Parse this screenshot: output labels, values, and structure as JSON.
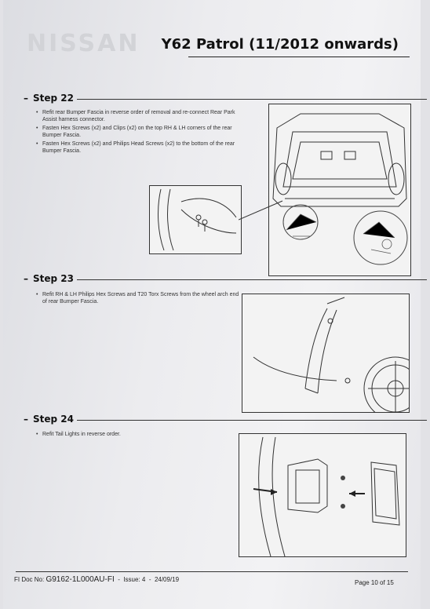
{
  "header": {
    "brand": "NISSAN",
    "title": "Y62 Patrol (11/2012 onwards)"
  },
  "steps": [
    {
      "label": "Step 22",
      "bullets": [
        "Refit rear Bumper Fascia in reverse order of removal and re-connect Rear Park Assist harness connector.",
        "Fasten Hex Screws (x2) and Clips (x2) on the top RH & LH corners of the rear Bumper Fascia.",
        "Fasten Hex Screws (x2) and Philips Head Screws (x2) to the bottom of the rear Bumper Fascia."
      ]
    },
    {
      "label": "Step 23",
      "bullets": [
        "Refit RH & LH Philips Hex Screws and T20 Torx Screws from the wheel arch end of rear Bumper Fascia."
      ]
    },
    {
      "label": "Step 24",
      "bullets": [
        "Refit Tail Lights in reverse order."
      ]
    }
  ],
  "footer": {
    "doc_label": "FI Doc No:",
    "doc_number": "G9162-1L000AU-FI",
    "issue_label": "Issue:",
    "issue": "4",
    "date": "24/09/19",
    "page": "Page 10 of 15",
    "sep1": "-",
    "sep2": "-"
  }
}
